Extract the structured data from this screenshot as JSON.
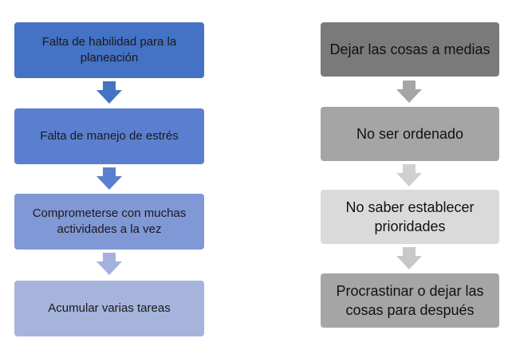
{
  "left_flow": {
    "steps": [
      {
        "label": "Falta de habilidad para la planeación",
        "color": "#4472c4"
      },
      {
        "label": "Falta de manejo de estrés",
        "color": "#5b7fcf"
      },
      {
        "label": "Comprometerse con muchas actividades a la vez",
        "color": "#8098d6"
      },
      {
        "label": "Acumular varias tareas",
        "color": "#a6b4dc"
      }
    ],
    "arrow_colors": [
      "#4472c4",
      "#5b7fcf",
      "#a3b2dc"
    ]
  },
  "right_flow": {
    "steps": [
      {
        "label": "Dejar las cosas a medias",
        "color": "#7a7a7a"
      },
      {
        "label": "No ser ordenado",
        "color": "#a5a5a5"
      },
      {
        "label": "No saber establecer prioridades",
        "color": "#dadada"
      },
      {
        "label": "Procrastinar o dejar las cosas para después",
        "color": "#a5a5a5"
      }
    ],
    "arrow_colors": [
      "#a5a5a5",
      "#d0d0d0",
      "#c8c8c8"
    ]
  }
}
